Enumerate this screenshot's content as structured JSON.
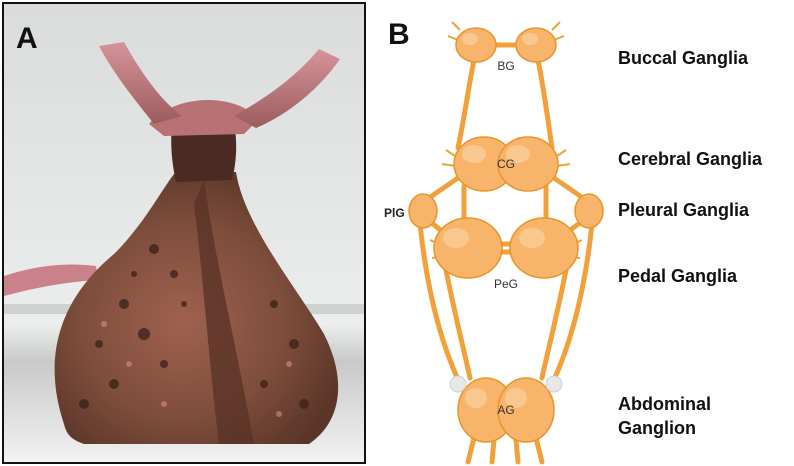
{
  "panel_a": {
    "letter": "A"
  },
  "panel_b": {
    "letter": "B",
    "node_labels": {
      "bg": "BG",
      "cg": "CG",
      "plg": "PlG",
      "peg": "PeG",
      "ag": "AG"
    },
    "ganglia_labels": {
      "buccal": "Buccal Ganglia",
      "cerebral": "Cerebral Ganglia",
      "pleural": "Pleural Ganglia",
      "pedal": "Pedal Ganglia",
      "abdominal_line1": "Abdominal",
      "abdominal_line2": "Ganglion"
    }
  },
  "colors": {
    "nerve": "#f2a13a",
    "ganglion": "#f7b46a",
    "ganglion_highlight": "#fbd6a8",
    "connector_node": "#e8e8e8",
    "slug_body": "#8a5a48",
    "slug_pink": "#c9727a"
  }
}
